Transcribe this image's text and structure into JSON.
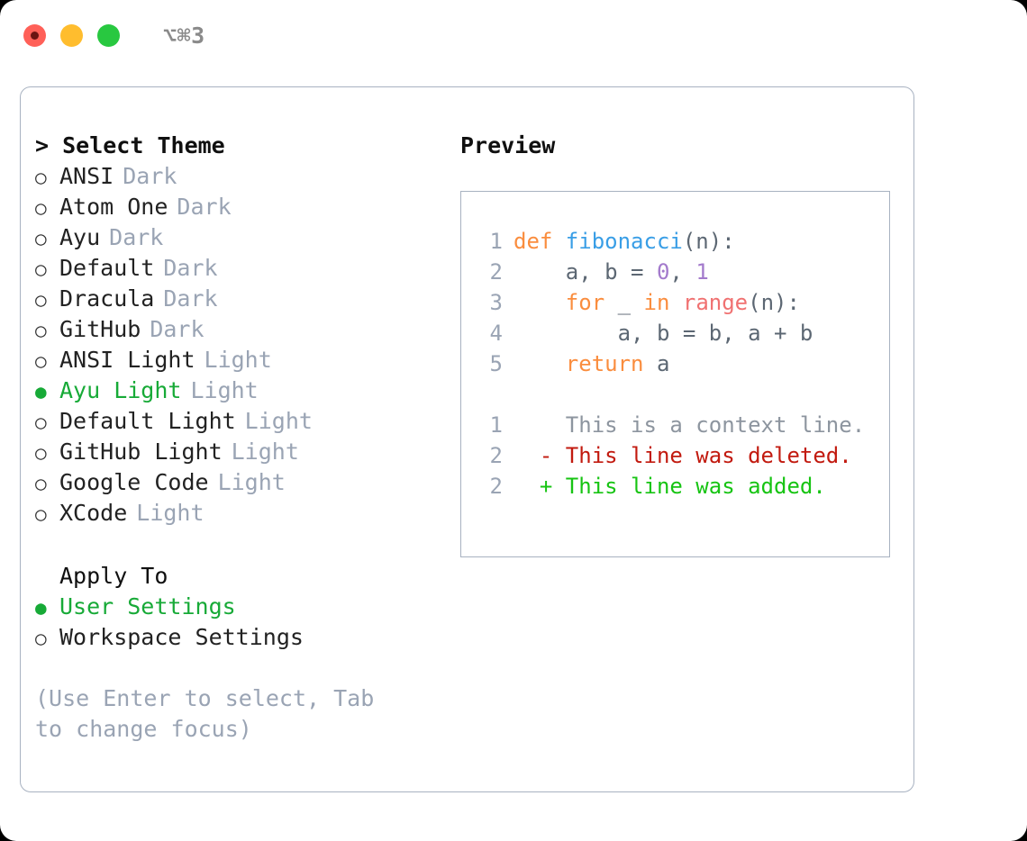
{
  "titlebar": {
    "shortcut": "⌥⌘3",
    "lights": [
      {
        "name": "close",
        "color": "#ff6058"
      },
      {
        "name": "minimize",
        "color": "#ffbd2e"
      },
      {
        "name": "maximize",
        "color": "#28c840"
      }
    ]
  },
  "theme_panel": {
    "title": "> Select Theme",
    "bullet_on": "●",
    "bullet_off": "○",
    "options": [
      {
        "label": "ANSI",
        "tag": "Dark",
        "selected": false
      },
      {
        "label": "Atom One",
        "tag": "Dark",
        "selected": false
      },
      {
        "label": "Ayu",
        "tag": "Dark",
        "selected": false
      },
      {
        "label": "Default",
        "tag": "Dark",
        "selected": false
      },
      {
        "label": "Dracula",
        "tag": "Dark",
        "selected": false
      },
      {
        "label": "GitHub",
        "tag": "Dark",
        "selected": false
      },
      {
        "label": "ANSI Light",
        "tag": "Light",
        "selected": false
      },
      {
        "label": "Ayu Light",
        "tag": "Light",
        "selected": true
      },
      {
        "label": "Default Light",
        "tag": "Light",
        "selected": false
      },
      {
        "label": "GitHub Light",
        "tag": "Light",
        "selected": false
      },
      {
        "label": "Google Code",
        "tag": "Light",
        "selected": false
      },
      {
        "label": "XCode",
        "tag": "Light",
        "selected": false
      }
    ]
  },
  "apply_to": {
    "title": "Apply To",
    "options": [
      {
        "label": "User Settings",
        "selected": true
      },
      {
        "label": "Workspace Settings",
        "selected": false
      }
    ]
  },
  "hint": "(Use Enter to select, Tab to change focus)",
  "preview": {
    "title": "Preview",
    "code_lines": [
      {
        "number": "1",
        "tokens": [
          {
            "text": "def ",
            "kind": "kw"
          },
          {
            "text": "fibonacci",
            "kind": "fn"
          },
          {
            "text": "(n):",
            "kind": "punc"
          }
        ]
      },
      {
        "number": "2",
        "tokens": [
          {
            "text": "    a, b = ",
            "kind": "txt"
          },
          {
            "text": "0",
            "kind": "num"
          },
          {
            "text": ", ",
            "kind": "txt"
          },
          {
            "text": "1",
            "kind": "num"
          }
        ]
      },
      {
        "number": "3",
        "tokens": [
          {
            "text": "    ",
            "kind": "txt"
          },
          {
            "text": "for",
            "kind": "kw"
          },
          {
            "text": " _ ",
            "kind": "txt"
          },
          {
            "text": "in",
            "kind": "kw"
          },
          {
            "text": " ",
            "kind": "txt"
          },
          {
            "text": "range",
            "kind": "call"
          },
          {
            "text": "(n):",
            "kind": "punc"
          }
        ]
      },
      {
        "number": "4",
        "tokens": [
          {
            "text": "        a, b = b, a + b",
            "kind": "txt"
          }
        ]
      },
      {
        "number": "5",
        "tokens": [
          {
            "text": "    ",
            "kind": "txt"
          },
          {
            "text": "return",
            "kind": "kw"
          },
          {
            "text": " a",
            "kind": "txt"
          }
        ]
      }
    ],
    "diff_lines": [
      {
        "number": "1",
        "marker": " ",
        "text": " This is a context line.",
        "kind": "ctx"
      },
      {
        "number": "2",
        "marker": "-",
        "text": " This line was deleted.",
        "kind": "del"
      },
      {
        "number": "2",
        "marker": "+",
        "text": " This line was added.",
        "kind": "add"
      }
    ]
  },
  "colors": {
    "keyword": "#fa8d3e",
    "function": "#399ee6",
    "call": "#f07171",
    "number": "#a37acc",
    "text": "#5c6773",
    "selected": "#17aa37",
    "muted": "#9aa4b4",
    "border": "#a8b2c1",
    "diff_context": "#8d959f",
    "diff_deleted": "#c21a0f",
    "diff_added": "#17c413"
  }
}
